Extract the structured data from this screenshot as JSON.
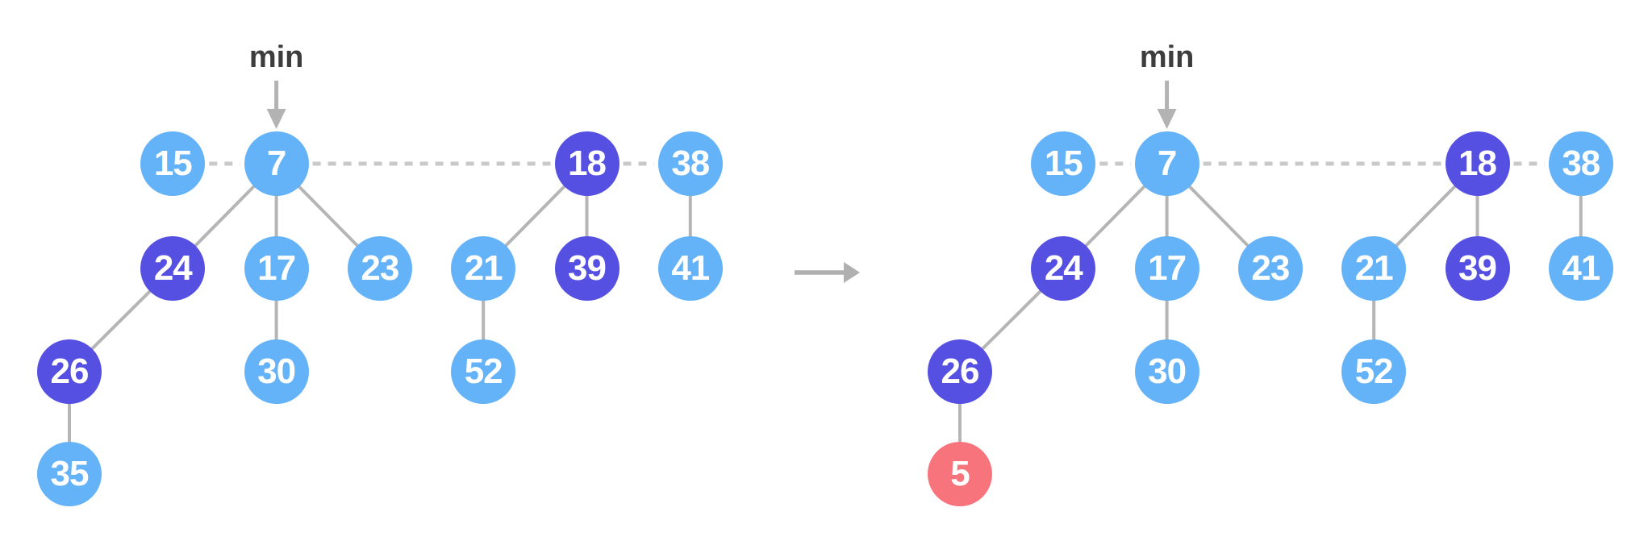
{
  "colors": {
    "background": "#ffffff",
    "node_blue": "#64b2f8",
    "node_marked_purple": "#5650e2",
    "node_highlight_red": "#f8747c",
    "node_text": "#ffffff",
    "edge_gray": "#b5b5b5",
    "root_link_dash_gray": "#c9c9c9",
    "pointer_arrow_gray": "#b3b3b3",
    "transition_arrow_gray": "#b0b0b0",
    "min_label_text": "#3d3d3d"
  },
  "diagram": {
    "min_label": "min",
    "transition_arrow_icon": "arrow-right",
    "heaps": [
      {
        "name": "before",
        "min_node": "7",
        "nodes": [
          {
            "id": "15",
            "value": "15",
            "color": "blue",
            "col": 1,
            "row": 0
          },
          {
            "id": "7",
            "value": "7",
            "color": "blue",
            "col": 2,
            "row": 0
          },
          {
            "id": "18",
            "value": "18",
            "color": "purple",
            "col": 5,
            "row": 0
          },
          {
            "id": "38",
            "value": "38",
            "color": "blue",
            "col": 6,
            "row": 0
          },
          {
            "id": "24",
            "value": "24",
            "color": "purple",
            "col": 1,
            "row": 1
          },
          {
            "id": "17",
            "value": "17",
            "color": "blue",
            "col": 2,
            "row": 1
          },
          {
            "id": "23",
            "value": "23",
            "color": "blue",
            "col": 3,
            "row": 1
          },
          {
            "id": "21",
            "value": "21",
            "color": "blue",
            "col": 4,
            "row": 1
          },
          {
            "id": "39",
            "value": "39",
            "color": "purple",
            "col": 5,
            "row": 1
          },
          {
            "id": "41",
            "value": "41",
            "color": "blue",
            "col": 6,
            "row": 1
          },
          {
            "id": "26",
            "value": "26",
            "color": "purple",
            "col": 0,
            "row": 2
          },
          {
            "id": "30",
            "value": "30",
            "color": "blue",
            "col": 2,
            "row": 2
          },
          {
            "id": "52",
            "value": "52",
            "color": "blue",
            "col": 4,
            "row": 2
          },
          {
            "id": "35",
            "value": "35",
            "color": "blue",
            "col": 0,
            "row": 3
          }
        ],
        "root_links": [
          [
            "15",
            "7"
          ],
          [
            "7",
            "18"
          ],
          [
            "18",
            "38"
          ]
        ],
        "edges": [
          [
            "7",
            "24"
          ],
          [
            "7",
            "17"
          ],
          [
            "7",
            "23"
          ],
          [
            "18",
            "21"
          ],
          [
            "18",
            "39"
          ],
          [
            "38",
            "41"
          ],
          [
            "24",
            "26"
          ],
          [
            "17",
            "30"
          ],
          [
            "21",
            "52"
          ],
          [
            "26",
            "35"
          ]
        ]
      },
      {
        "name": "after",
        "min_node": "7",
        "nodes": [
          {
            "id": "15",
            "value": "15",
            "color": "blue",
            "col": 1,
            "row": 0
          },
          {
            "id": "7",
            "value": "7",
            "color": "blue",
            "col": 2,
            "row": 0
          },
          {
            "id": "18",
            "value": "18",
            "color": "purple",
            "col": 5,
            "row": 0
          },
          {
            "id": "38",
            "value": "38",
            "color": "blue",
            "col": 6,
            "row": 0
          },
          {
            "id": "24",
            "value": "24",
            "color": "purple",
            "col": 1,
            "row": 1
          },
          {
            "id": "17",
            "value": "17",
            "color": "blue",
            "col": 2,
            "row": 1
          },
          {
            "id": "23",
            "value": "23",
            "color": "blue",
            "col": 3,
            "row": 1
          },
          {
            "id": "21",
            "value": "21",
            "color": "blue",
            "col": 4,
            "row": 1
          },
          {
            "id": "39",
            "value": "39",
            "color": "purple",
            "col": 5,
            "row": 1
          },
          {
            "id": "41",
            "value": "41",
            "color": "blue",
            "col": 6,
            "row": 1
          },
          {
            "id": "26",
            "value": "26",
            "color": "purple",
            "col": 0,
            "row": 2
          },
          {
            "id": "30",
            "value": "30",
            "color": "blue",
            "col": 2,
            "row": 2
          },
          {
            "id": "52",
            "value": "52",
            "color": "blue",
            "col": 4,
            "row": 2
          },
          {
            "id": "5",
            "value": "5",
            "color": "red",
            "col": 0,
            "row": 3
          }
        ],
        "root_links": [
          [
            "15",
            "7"
          ],
          [
            "7",
            "18"
          ],
          [
            "18",
            "38"
          ]
        ],
        "edges": [
          [
            "7",
            "24"
          ],
          [
            "7",
            "17"
          ],
          [
            "7",
            "23"
          ],
          [
            "18",
            "21"
          ],
          [
            "18",
            "39"
          ],
          [
            "38",
            "41"
          ],
          [
            "24",
            "26"
          ],
          [
            "17",
            "30"
          ],
          [
            "21",
            "52"
          ],
          [
            "26",
            "5"
          ]
        ]
      }
    ]
  }
}
